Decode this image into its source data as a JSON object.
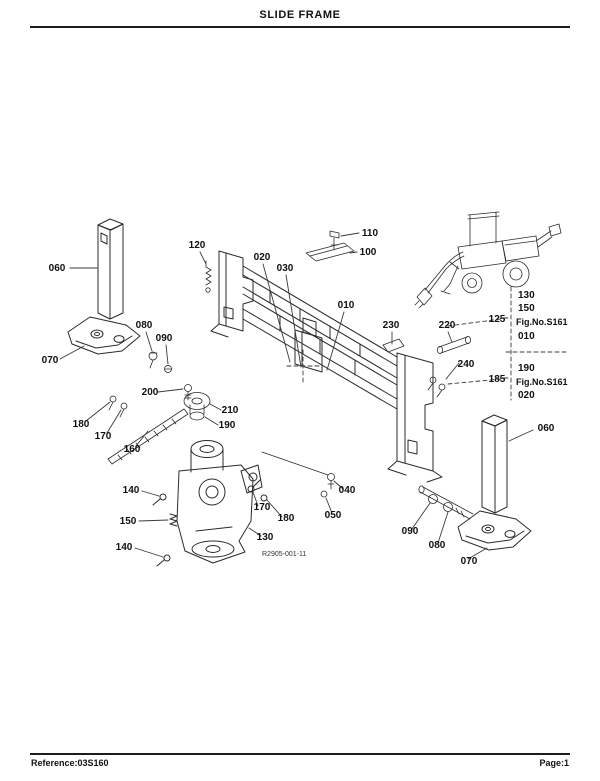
{
  "header": {
    "title": "SLIDE FRAME"
  },
  "footer": {
    "reference": "Reference:03S160",
    "page": "Page:1"
  },
  "diagram": {
    "drawing_number": "R2905-001-11",
    "callouts": [
      "060",
      "070",
      "080",
      "090",
      "180",
      "170",
      "160",
      "200",
      "120",
      "020",
      "030",
      "110",
      "100",
      "010",
      "230",
      "220",
      "240",
      "210",
      "190",
      "140",
      "150",
      "140",
      "170",
      "180",
      "130",
      "040",
      "050",
      "090",
      "080",
      "070",
      "060"
    ],
    "fig_refs": [
      {
        "side_label": "125",
        "items": [
          "130",
          "150",
          "010"
        ],
        "fig": "Fig.No.S161"
      },
      {
        "side_label": "185",
        "items": [
          "190",
          "020"
        ],
        "fig": "Fig.No.S161"
      }
    ]
  }
}
